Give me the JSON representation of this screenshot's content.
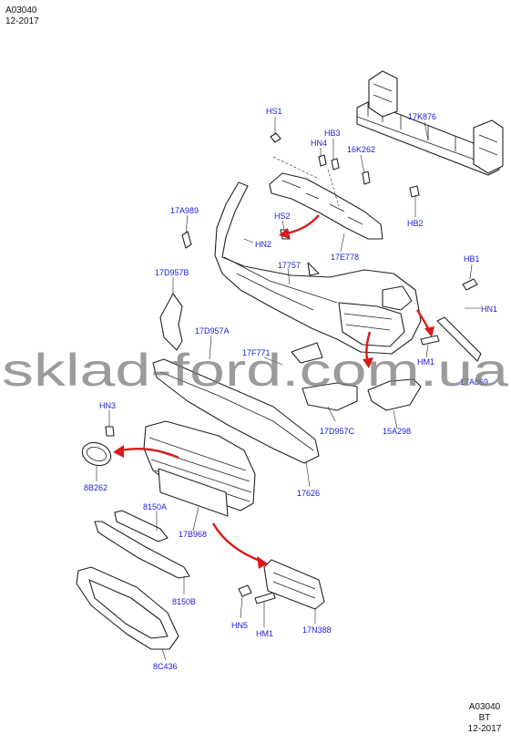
{
  "header": {
    "code": "A03040",
    "date": "12-2017"
  },
  "footer": {
    "code": "A03040",
    "variant": "BT",
    "date": "12-2017"
  },
  "watermark": "sklad-ford.com.ua",
  "colors": {
    "label": "#1b1bd8",
    "arrow": "#d81a1a",
    "line": "#222222"
  },
  "parts": {
    "hs1": "HS1",
    "hb3": "HB3",
    "hn4": "HN4",
    "p16k262": "16K262",
    "p17k876": "17K876",
    "hb2": "HB2",
    "p17a989": "17A989",
    "hs2": "HS2",
    "hn2": "HN2",
    "p17e778": "17E778",
    "p17757": "17757",
    "p17d957b": "17D957B",
    "hb1": "HB1",
    "hn1": "HN1",
    "p17d957a": "17D957A",
    "p17f771": "17F771",
    "hm1a": "HM1",
    "p17a869": "17A869",
    "p17d957c": "17D957C",
    "p15a298": "15A298",
    "hn3": "HN3",
    "p8b262": "8B262",
    "p17626": "17626",
    "p8150a": "8150A",
    "p17b968": "17B968",
    "p8150b": "8150B",
    "hn5": "HN5",
    "hm1b": "HM1",
    "p17n388": "17N388",
    "p8c436": "8C436"
  }
}
